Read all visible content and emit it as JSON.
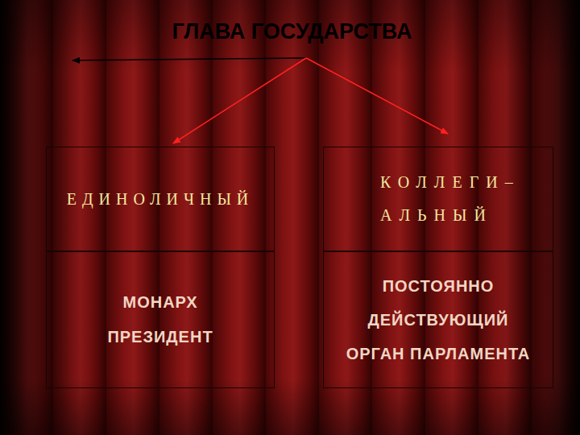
{
  "diagram": {
    "title": "ГЛАВА ГОСУДАРСТВА",
    "nodes": [
      {
        "text": [
          "ЕДИНОЛИЧНЫЙ"
        ]
      },
      {
        "text": [
          "КОЛЛЕГИ– АЛЬНЫЙ"
        ]
      },
      {
        "text": [
          "МОНАРХ",
          "ПРЕЗИДЕНТ"
        ]
      },
      {
        "text": [
          "ПОСТОЯННО ДЕЙСТВУЮЩИЙ ОРГАН ПАРЛАМЕНТА"
        ]
      }
    ]
  }
}
